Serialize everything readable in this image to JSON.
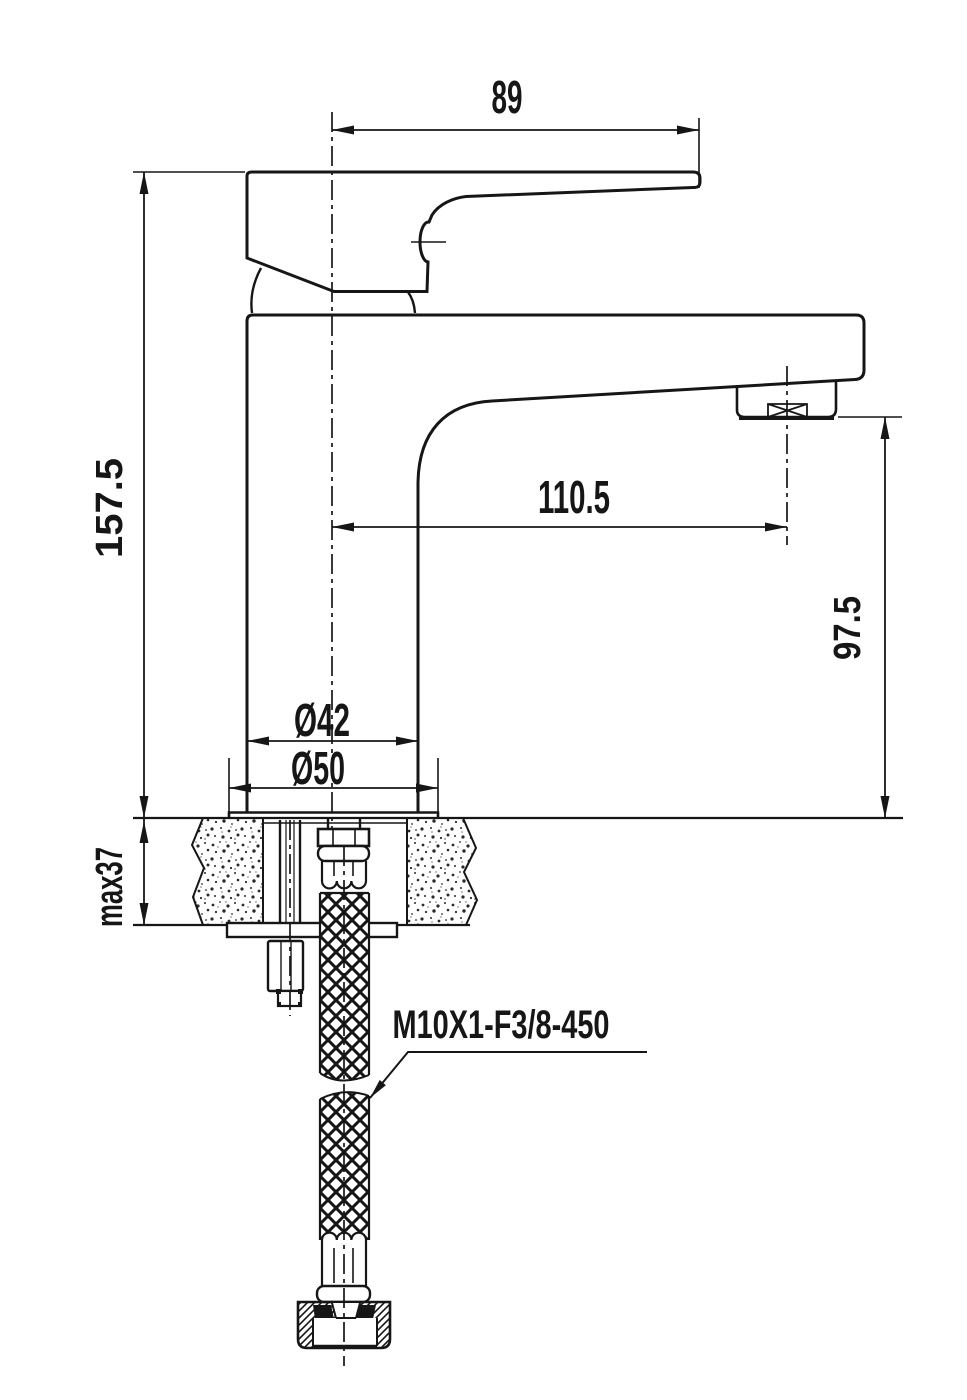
{
  "colors": {
    "ink": "#161616",
    "paper": "#ffffff"
  },
  "dimensions": {
    "handle_length": "89",
    "total_height": "157.5",
    "spout_reach": "110.5",
    "spout_height": "97.5",
    "body_diameter": "Ø42",
    "base_diameter": "Ø50",
    "counter_thickness": "max37"
  },
  "labels": {
    "hose_spec": "M10X1-F3/8-450"
  }
}
